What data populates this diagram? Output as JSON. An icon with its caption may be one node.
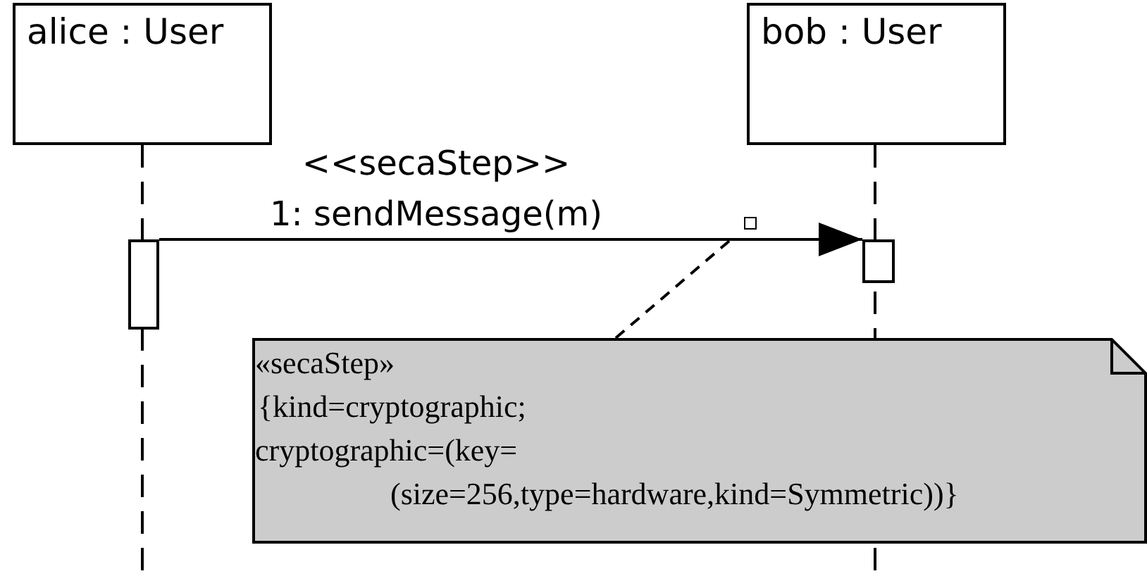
{
  "diagram": {
    "nodes": [
      {
        "text": [
          "alice : User"
        ]
      },
      {
        "text": [
          "bob : User"
        ]
      },
      {
        "text": [],
        "shape": "box"
      },
      {
        "text": [],
        "shape": "box"
      },
      {
        "text": [
          "«secaStep»",
          "{kind=cryptographic;",
          "cryptographic=(key=",
          "(size=256,type=hardware,kind=Symmetric))}"
        ]
      },
      {
        "text": [],
        "shape": "box"
      }
    ],
    "edges": [
      {
        "from": 2,
        "to": 3,
        "arrow": "to",
        "label": "<<secaStep>> 1: sendMessage(m)"
      },
      {
        "from": 4,
        "to": 5,
        "arrow": "none",
        "style": "dashed"
      }
    ]
  }
}
